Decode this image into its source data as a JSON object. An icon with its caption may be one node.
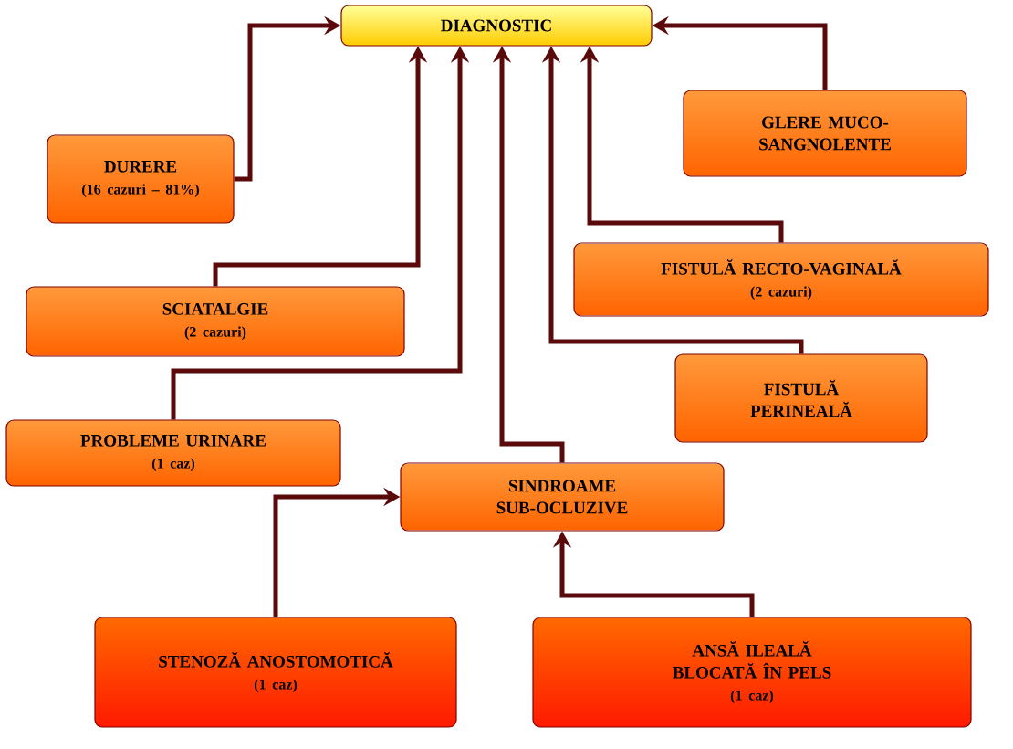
{
  "diagram": {
    "nodes": [
      {
        "text": [
          "DIAGNOSTIC"
        ]
      },
      {
        "text": [
          "DURERE",
          "(16 cazuri – 81%)"
        ]
      },
      {
        "text": [
          "GLERE MUCO-SANGNOLENTE"
        ]
      },
      {
        "text": [
          "SCIATALGIE",
          "(2 cazuri)"
        ]
      },
      {
        "text": [
          "FISTULĂ RECTO-VAGINALĂ",
          "(2 cazuri)"
        ]
      },
      {
        "text": [
          "PROBLEME URINARE",
          "(1 caz)"
        ]
      },
      {
        "text": [
          "FISTULĂ PERINEALĂ"
        ]
      },
      {
        "text": [
          "SINDROAME SUB-OCLUZIVE"
        ]
      },
      {
        "text": [
          "STENOZĂ ANOSTOMOTICĂ",
          "(1 caz)"
        ]
      },
      {
        "text": [
          "ANSĂ ILEALĂ BLOCATĂ ÎN PELS",
          "(1 caz)"
        ]
      }
    ],
    "edges": [
      {
        "from": 1,
        "to": 0,
        "arrow": "to"
      },
      {
        "from": 2,
        "to": 0,
        "arrow": "to"
      },
      {
        "from": 3,
        "to": 0,
        "arrow": "to"
      },
      {
        "from": 5,
        "to": 0,
        "arrow": "to"
      },
      {
        "from": 7,
        "to": 0,
        "arrow": "to"
      },
      {
        "from": 6,
        "to": 0,
        "arrow": "to"
      },
      {
        "from": 4,
        "to": 0,
        "arrow": "to"
      },
      {
        "from": 8,
        "to": 7,
        "arrow": "to"
      },
      {
        "from": 9,
        "to": 7,
        "arrow": "to"
      }
    ]
  }
}
